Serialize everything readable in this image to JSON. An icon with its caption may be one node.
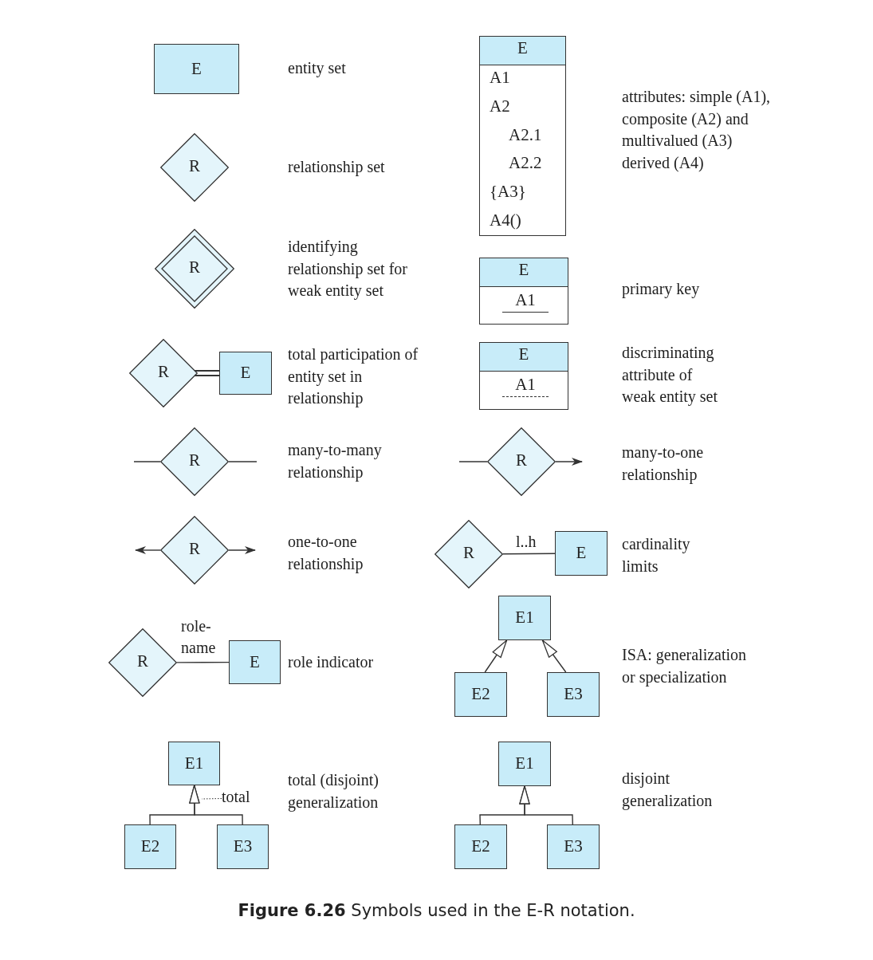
{
  "diagram": {
    "caption": "**Figure 6.26** Symbols used in the E-R notation.",
    "nodes": [
      {
        "text": [
          "E"
        ]
      },
      {
        "text": [
          "R"
        ]
      },
      {
        "text": [
          "R"
        ]
      },
      {
        "text": [
          "R"
        ]
      },
      {
        "text": [
          "E"
        ]
      },
      {
        "text": [
          "R"
        ]
      },
      {
        "text": [
          "R"
        ]
      },
      {
        "text": [
          "R"
        ]
      },
      {
        "text": [
          "E"
        ]
      },
      {
        "text": [
          "E1"
        ]
      },
      {
        "text": [
          "E2"
        ]
      },
      {
        "text": [
          "E3"
        ]
      },
      {
        "text": [
          "total"
        ]
      },
      {
        "text": [
          "E",
          "A1",
          "A2",
          "A2.1",
          "A2.2",
          "{A3}",
          "A4()"
        ]
      },
      {
        "text": [
          "E",
          "A1"
        ]
      },
      {
        "text": [
          "E",
          "A1"
        ]
      },
      {
        "text": [
          "R"
        ]
      },
      {
        "text": [
          "R"
        ]
      },
      {
        "text": [
          "E"
        ]
      },
      {
        "text": [
          "E1"
        ]
      },
      {
        "text": [
          "E2"
        ]
      },
      {
        "text": [
          "E3"
        ]
      },
      {
        "text": [
          "E1"
        ]
      },
      {
        "text": [
          "E2"
        ]
      },
      {
        "text": [
          "E3"
        ]
      }
    ],
    "edges": [
      {
        "from": 3,
        "to": 4,
        "arrow": "none"
      },
      {
        "from": null,
        "to": 5,
        "arrow": "none"
      },
      {
        "from": 5,
        "to": null,
        "arrow": "none"
      },
      {
        "from": 6,
        "to": null,
        "arrow": "to"
      },
      {
        "from": 6,
        "to": null,
        "arrow": "to"
      },
      {
        "from": 7,
        "to": 8,
        "arrow": "none",
        "label": "role- name"
      },
      {
        "from": 10,
        "to": 9,
        "arrow": "to"
      },
      {
        "from": 11,
        "to": 9,
        "arrow": "to"
      },
      {
        "from": 12,
        "to": null,
        "arrow": "none",
        "style": "dashed"
      },
      {
        "from": null,
        "to": 16,
        "arrow": "none"
      },
      {
        "from": 16,
        "to": null,
        "arrow": "to"
      },
      {
        "from": 17,
        "to": 18,
        "arrow": "none",
        "label": "l..h"
      },
      {
        "from": 20,
        "to": 19,
        "arrow": "to"
      },
      {
        "from": 21,
        "to": 19,
        "arrow": "to"
      },
      {
        "from": 23,
        "to": 22,
        "arrow": "to"
      },
      {
        "from": 24,
        "to": 22,
        "arrow": "to"
      }
    ],
    "labels": [
      "entity set",
      "attributes: simple (A1), composite (A2) and multivalued (A3) derived (A4)",
      "relationship set",
      "identifying relationship set for weak entity set",
      "primary key",
      "total participation of entity set in relationship",
      "discriminating attribute of weak entity set",
      "many-to-many relationship",
      "many-to-one relationship",
      "one-to-one relationship",
      "cardinality limits",
      "role indicator",
      "ISA: generalization or specialization",
      "total (disjoint) generalization",
      "disjoint generalization"
    ]
  }
}
